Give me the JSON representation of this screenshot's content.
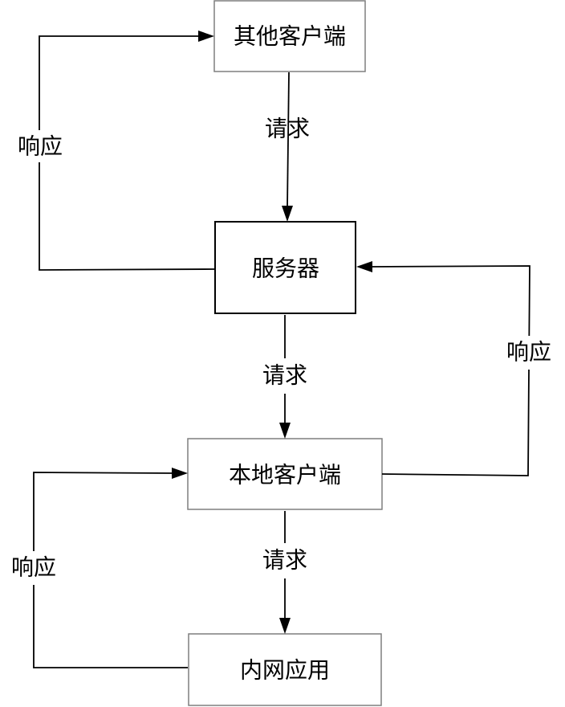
{
  "nodes": {
    "other_clients": "其他客户端",
    "server": "服务器",
    "local_client": "本地客户端",
    "intranet_app": "内网应用"
  },
  "edges": {
    "other_to_server_request": "请求",
    "server_to_other_response": "响应",
    "server_to_local_request": "请求",
    "local_to_server_response": "响应",
    "local_to_intranet_request": "请求",
    "intranet_to_local_response": "响应"
  }
}
